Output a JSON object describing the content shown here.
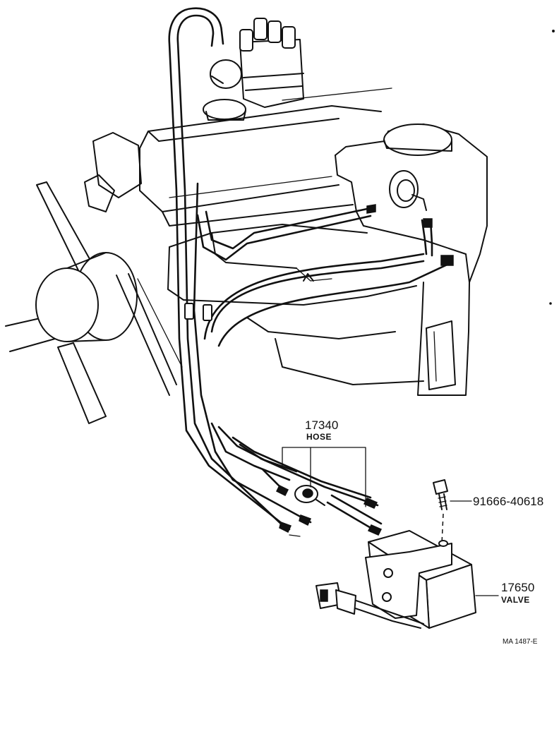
{
  "callouts": {
    "hose": {
      "part_number": "17340",
      "name": "HOSE"
    },
    "bolt": {
      "part_number": "91666-40618"
    },
    "valve": {
      "part_number": "17650",
      "name": "VALVE"
    }
  },
  "drawing_code": "MA 1487-E"
}
